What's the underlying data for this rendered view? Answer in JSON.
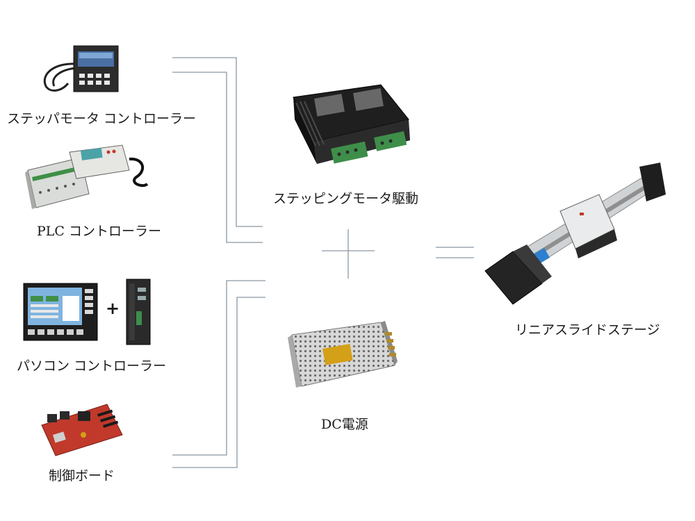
{
  "controllers": [
    {
      "id": "stepper-controller",
      "label": "ステッパモータ コントローラー",
      "icon": "stepper-controller-icon"
    },
    {
      "id": "plc-controller",
      "label": "PLC コントローラー",
      "icon": "plc-controller-icon"
    },
    {
      "id": "pc-controller",
      "label": "パソコン コントローラー",
      "icon": "pc-controller-icon"
    },
    {
      "id": "control-board",
      "label": "制御ボード",
      "icon": "control-board-icon"
    }
  ],
  "pc_controller_plus": "+",
  "driver": {
    "label": "ステッピングモータ駆動",
    "icon": "stepper-driver-icon"
  },
  "power": {
    "label": "DC電源",
    "icon": "dc-power-icon"
  },
  "stage": {
    "label": "リニアスライドステージ",
    "icon": "linear-stage-icon"
  },
  "colors": {
    "line": "#8a96a3",
    "device_dark": "#2a2a2a",
    "terminal_green": "#3e8e4a",
    "board_red": "#c0392b"
  }
}
